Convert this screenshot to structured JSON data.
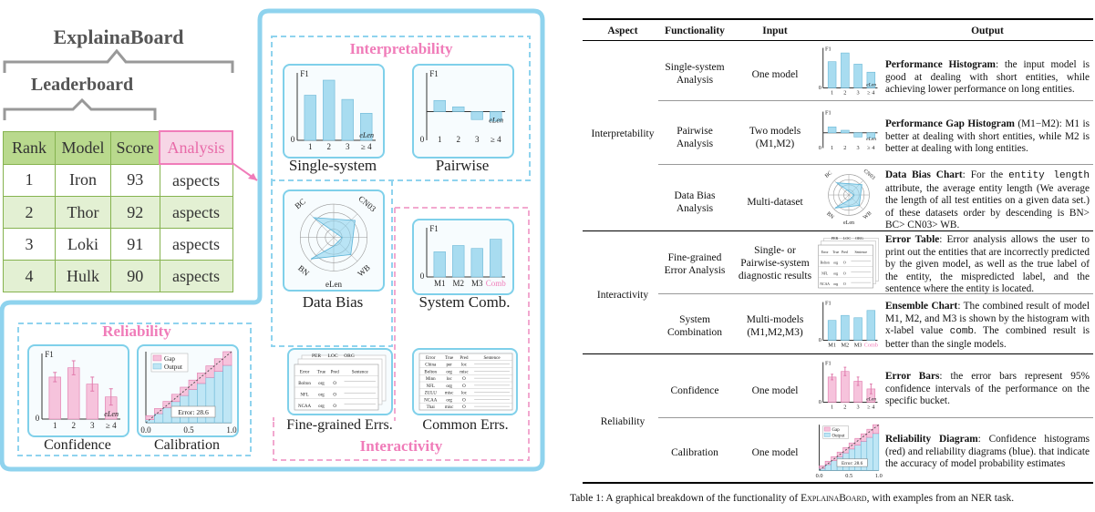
{
  "figure": {
    "title": "ExplainaBoard",
    "leaderboard_title": "Leaderboard",
    "leaderboard": {
      "headers": [
        "Rank",
        "Model",
        "Score",
        "Analysis"
      ],
      "rows": [
        {
          "rank": "1",
          "model": "Iron",
          "score": "93",
          "analysis": "aspects"
        },
        {
          "rank": "2",
          "model": "Thor",
          "score": "92",
          "analysis": "aspects"
        },
        {
          "rank": "3",
          "model": "Loki",
          "score": "91",
          "analysis": "aspects"
        },
        {
          "rank": "4",
          "model": "Hulk",
          "score": "90",
          "analysis": "aspects"
        }
      ]
    },
    "interpretability_label": "Interpretability",
    "interactivity_label": "Interactivity",
    "reliability_label": "Reliability",
    "captions": {
      "single_system": "Single-system",
      "pairwise": "Pairwise",
      "data_bias": "Data Bias",
      "system_comb": "System Comb.",
      "fine_grained": "Fine-grained Errs.",
      "common_errs": "Common Errs.",
      "confidence": "Confidence",
      "calibration": "Calibration"
    },
    "axis": {
      "f1": "F1",
      "elen": "eLen",
      "ticks": [
        "1",
        "2",
        "3",
        "≥ 4"
      ],
      "zero": "0",
      "comb_ticks": [
        "M1",
        "M2",
        "M3",
        "Comb"
      ],
      "calib_ticks": [
        "0.0",
        "0.5",
        "1.0"
      ]
    },
    "radar_labels": [
      "BC",
      "CN03",
      "BN",
      "WB",
      "eLen"
    ],
    "calibration": {
      "legend": [
        "Gap",
        "Output"
      ],
      "error_text": "Error: 28.6"
    },
    "fine_grained_table": {
      "floating_labels": [
        "PER",
        "LOC",
        "ORG"
      ],
      "headers": [
        "Error",
        "True",
        "Pred",
        "Sentence"
      ],
      "rows": [
        [
          "Bolton",
          "org",
          "O"
        ],
        [
          "NFL",
          "org",
          "O"
        ],
        [
          "NCAA",
          "org",
          "O"
        ]
      ]
    },
    "common_table": {
      "headers": [
        "Error",
        "True",
        "Pred",
        "Sentence"
      ],
      "rows": [
        [
          "China",
          "per",
          "loc"
        ],
        [
          "Bolton",
          "org",
          "misc"
        ],
        [
          "Minn",
          "loc",
          "O"
        ],
        [
          "NFL",
          "org",
          "O"
        ],
        [
          "ZULU",
          "misc",
          "loc"
        ],
        [
          "NCAA",
          "org",
          "O"
        ],
        [
          "Thai",
          "misc",
          "O"
        ]
      ]
    }
  },
  "table": {
    "headers": [
      "Aspect",
      "Functionality",
      "Input",
      "Output"
    ],
    "groups": [
      {
        "aspect": "Interpretability",
        "rows": [
          {
            "functionality": "Single-system Analysis",
            "input": "One model",
            "output_bold": "Performance Histogram",
            "output_text": ": the input model is good at dealing with short entities, while achieving lower performance on long entities."
          },
          {
            "functionality": "Pairwise Analysis",
            "input": "Two models (M1,M2)",
            "output_bold": "Performance Gap Histogram",
            "output_text": " (M1−M2): M1 is better at dealing with short entities, while M2 is better at dealing with long entities."
          },
          {
            "functionality": "Data Bias Analysis",
            "input": "Multi-dataset",
            "output_bold": "Data Bias Chart",
            "output_pre": ": For the ",
            "output_mono": "entity length",
            "output_text": " attribute, the average entity length (We average the length of all test entities on a given data set.) of these datasets order by descending is BN> BC> CN03> WB."
          }
        ]
      },
      {
        "aspect": "Interactivity",
        "rows": [
          {
            "functionality": "Fine-grained Error Analysis",
            "input": "Single- or Pairwise-system diagnostic results",
            "output_bold": "Error Table",
            "output_text": ": Error analysis allows the user to print out the entities that are incorrectly predicted by the given model, as well as the true label of the entity, the mispredicted label, and the sentence where the entity is located."
          },
          {
            "functionality": "System Combination",
            "input": "Multi-models (M1,M2,M3)",
            "output_bold": "Ensemble Chart",
            "output_pre": ": The combined result of model M1, M2, and M3 is shown by the histogram with x-label value ",
            "output_mono": "comb",
            "output_text": ". The combined result is better than the single models."
          }
        ]
      },
      {
        "aspect": "Reliability",
        "rows": [
          {
            "functionality": "Confidence",
            "input": "One model",
            "output_bold": "Error Bars",
            "output_text": ": the error bars represent 95% confidence intervals of the performance on the specific bucket."
          },
          {
            "functionality": "Calibration",
            "input": "One model",
            "output_bold": "Reliability Diagram",
            "output_text": ": Confidence histograms (red) and reliability diagrams (blue). that indicate the accuracy of model probability estimates"
          }
        ]
      }
    ],
    "caption_prefix": "Table 1: A graphical breakdown of the functionality of ",
    "caption_name": "ExplainaBoard",
    "caption_suffix": ", with examples from an NER task."
  },
  "chart_data": [
    {
      "type": "bar",
      "categories": [
        "1",
        "2",
        "3",
        "≥ 4"
      ],
      "values": [
        0.75,
        1.0,
        0.68,
        0.45
      ],
      "ylabel": "F1",
      "xlabel": "eLen"
    },
    {
      "type": "bar",
      "categories": [
        "1",
        "2",
        "3",
        "≥ 4"
      ],
      "values": [
        0.35,
        0.15,
        -0.25,
        -0.3
      ],
      "ylabel": "F1",
      "xlabel": "eLen"
    },
    {
      "type": "bar",
      "categories": [
        "M1",
        "M2",
        "M3",
        "Comb"
      ],
      "values": [
        0.6,
        0.75,
        0.68,
        0.9
      ]
    },
    {
      "type": "bar",
      "categories": [
        "1",
        "2",
        "3",
        "≥ 4"
      ],
      "values": [
        0.72,
        0.88,
        0.6,
        0.38
      ],
      "errors": [
        0.08,
        0.12,
        0.12,
        0.14
      ],
      "ylabel": "F1",
      "xlabel": "eLen"
    },
    {
      "type": "bar",
      "legend": [
        "Gap",
        "Output"
      ],
      "xlim": [
        0.0,
        1.0
      ],
      "bins": 10
    }
  ],
  "colors": {
    "blue": "#7fd0ea",
    "pink": "#f07cb9",
    "green": "#86b34f",
    "bar": "#a8dcf0"
  }
}
